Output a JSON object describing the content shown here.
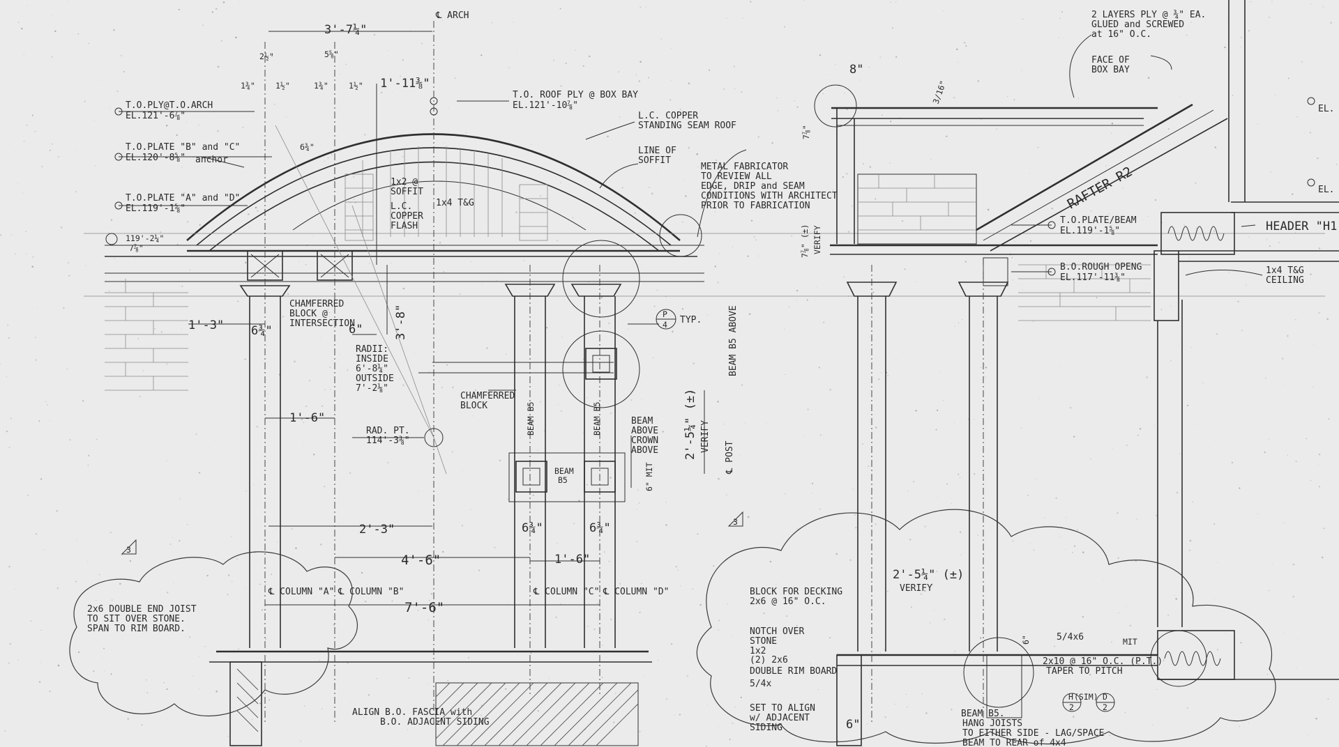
{
  "labels": {
    "dim_top": "3'-7¼\"",
    "arch_cl": "℄ ARCH",
    "dim_2_5": "2½\"",
    "dim_5_8": "5⅝\"",
    "dim_1_34a": "1¾\"",
    "dim_1_12a": "1½\"",
    "dim_1_34b": "1¾\"",
    "dim_1_12b": "1½\"",
    "dim_1_11": "1'-11⅜\"",
    "to_ply_arch_1": "T.O.PLY@T.O.ARCH",
    "to_ply_arch_2": "EL.121'-6⅞\"",
    "to_plate_bc_1": "T.O.PLATE \"B\" and \"C\"",
    "to_plate_bc_2": "EL.120'-8⅝\"",
    "anchor": "anchor",
    "to_plate_ad_1": "T.O.PLATE \"A\" and \"D\"",
    "to_plate_ad_2": "EL.119'-1⅝\"",
    "el_119": "119'-2¼\"",
    "dim_7_70": "7⅞\"",
    "dim_6_34": "6¾\"",
    "soffit_1": "1x2 @",
    "soffit_2": "SOFFIT",
    "copper_1": "L.C.",
    "copper_2": "COPPER",
    "copper_3": "FLASH",
    "tg_1x4": "1x4 T&G",
    "to_roof_1": "T.O. ROOF PLY @ BOX BAY",
    "to_roof_2": "EL.121'-10⅞\"",
    "lc_copper_1": "L.C. COPPER",
    "lc_copper_2": "STANDING SEAM ROOF",
    "line_soffit_1": "LINE OF",
    "line_soffit_2": "SOFFIT",
    "metal_1": "METAL FABRICATOR",
    "metal_2": "TO REVIEW ALL",
    "metal_3": "EDGE, DRIP and SEAM",
    "metal_4": "CONDITIONS WITH ARCHITECT",
    "metal_5": "PRIOR TO FABRICATION",
    "dim_8": "8\"",
    "dim_3_16": "3/16\"",
    "dim_7_78": "7⅞\"",
    "dim_7_78_b": "7⅞\" (±)",
    "verify_a": "VERIFY",
    "layers_1": "2 LAYERS PLY @ ¾\" EA.",
    "layers_2": "GLUED and SCREWED",
    "layers_3": "at 16\" O.C.",
    "face_box_1": "FACE OF",
    "face_box_2": "BOX BAY",
    "rafter": "RAFTER R2",
    "to_plate_beam_1": "T.O.PLATE/BEAM",
    "to_plate_beam_2": "EL.119'-1⅝\"",
    "bo_rough_1": "B.O.ROUGH OPENG",
    "bo_rough_2": "EL.117'-11⅜\"",
    "header_h1": "HEADER \"H1\"",
    "tg_ceiling_1": "1x4 T&G",
    "tg_ceiling_2": "CEILING",
    "el_right_1": "EL.",
    "el_right_2": "EL.",
    "dim_1_3": "1'-3\"",
    "dim_6_34b": "6¾\"",
    "chamfer_1": "CHAMFERRED",
    "chamfer_2": "BLOCK @",
    "chamfer_3": "INTERSECTION",
    "dim_6": "6\"",
    "dim_3_8": "3'-8\"",
    "radii_1": "RADII:",
    "radii_2": "INSIDE",
    "radii_3": "6'-8¼\"",
    "radii_4": "OUTSIDE",
    "radii_5": "7'-2⅛\"",
    "typ": "TYP.",
    "tag_p": "P",
    "tag_p_num": "4",
    "beam_b5_above_v": "BEAM B5 ABOVE",
    "chamfer_blk_1": "CHAMFERRED",
    "chamfer_blk_2": "BLOCK",
    "beam_b5_a": "BEAM B5",
    "beam_b5_b": "BEAM B5",
    "beam_above": "BEAM",
    "beam_above_2": "ABOVE",
    "crown_1": "CROWN",
    "crown_2": "ABOVE",
    "dim_2_5_14": "2'-5¼\" (±)",
    "verify_b": "VERIFY",
    "cl_post": "℄ POST",
    "dim_1_6a": "1'-6\"",
    "rad_pt_1": "RAD. PT.",
    "rad_pt_2": "114'-3⅜\"",
    "beam_b5_c1": "BEAM",
    "beam_b5_c2": "B5",
    "dim_6_mit": "6\" MIT",
    "dim_2_3": "2'-3\"",
    "dim_6_34c": "6¾\"",
    "dim_6_34d": "6¾\"",
    "dim_4_6": "4'-6\"",
    "dim_1_6b": "1'-6\"",
    "col_a": "℄ COLUMN \"A\"",
    "col_b": "℄ COLUMN \"B\"",
    "col_c": "℄ COLUMN \"C\"",
    "col_d": "℄ COLUMN \"D\"",
    "dim_7_6": "7'-6\"",
    "rev_3a": "3",
    "rev_3b": "3",
    "joist_1": "2x6 DOUBLE END JOIST",
    "joist_2": "TO SIT OVER STONE.",
    "joist_3": "SPAN TO RIM BOARD.",
    "align_1": "ALIGN B.O. FASCIA with",
    "align_2": "B.O. ADJACENT SIDING",
    "dim_2_5_14b": "2'-5¼\" (±)",
    "verify_c": "VERIFY",
    "block_deck_1": "BLOCK FOR DECKING",
    "block_deck_2": "2x6 @ 16\" O.C.",
    "notch_1": "NOTCH OVER",
    "notch_2": "STONE",
    "n_1x2": "1x2",
    "n_2x6": "(2) 2x6",
    "double_rim": "DOUBLE RIM BOARD",
    "n_5_4x": "5/4x",
    "dim_6b": "6\"",
    "dim_5_4x6": "5/4x6",
    "dim_mit": "MIT",
    "joist_2x10_1": "2x10 @ 16\" O.C. (P.T.)",
    "joist_2x10_2": "TAPER TO PITCH",
    "set_align_1": "SET TO ALIGN",
    "set_align_2": "w/ ADJACENT",
    "set_align_3": "SIDING",
    "dim_6c": "6\"",
    "tag_h": "H",
    "tag_h_sim": "(SIM)",
    "tag_h_num": "2",
    "tag_d": "D",
    "tag_d_num": "2",
    "beam_b5_n1": "BEAM B5.",
    "beam_b5_n2": "HANG JOISTS",
    "beam_b5_n3": "TO EITHER SIDE - LAG/SPACE",
    "beam_b5_n4": "BEAM TO REAR of 4x4"
  }
}
